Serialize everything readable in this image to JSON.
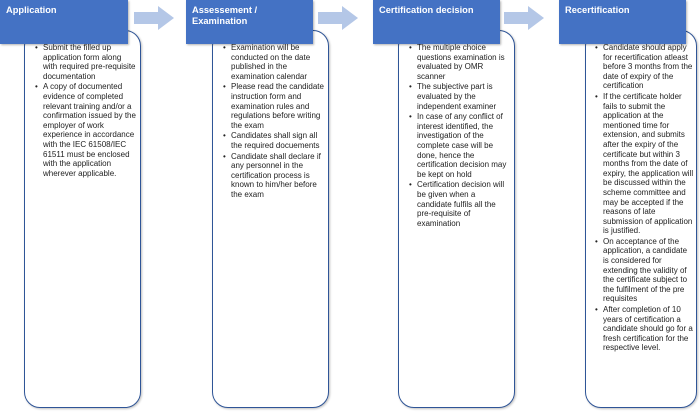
{
  "colors": {
    "header_fill": "#4472c4",
    "box_border": "#2f5597",
    "arrow_fill": "#b4c7e7"
  },
  "stages": [
    {
      "title": "Application",
      "bullets": [
        "Submit the filled up application form along with required pre-requisite documentation",
        "A copy of documented evidence of completed relevant training and/or a confirmation issued by the employer of work experience in accordance with the IEC 61508/IEC 61511 must be enclosed with the application wherever applicable."
      ]
    },
    {
      "title": "Assessement / Examination",
      "bullets": [
        "Examination will be conducted on the date published in the examination calendar",
        "Please read the candidate instruction form and examination rules and regulations before writing the exam",
        "Candidates shall sign all the required docuements",
        "Candidate shall declare if any  personnel in the certification process is known to him/her before the exam"
      ]
    },
    {
      "title": "Certification decision",
      "bullets": [
        "The multiple choice questions examination is evaluated by OMR scanner",
        "The subjective part is evaluated by the independent examiner",
        "In case of any conflict of interest identified, the investigation of the complete case will be done, hence the certification decision may be kept on hold",
        "Certification decision will be given when a candidate fulfils all the pre-requisite of examination"
      ]
    },
    {
      "title": "Recertification",
      "bullets": [
        "Candidate should apply for recertification atleast before 3 months from the date of expiry of the certification",
        "If the certificate holder fails to submit the application at the mentioned time for extension, and submits after the expiry of the certificate but within 3 months from the date of expiry, the application will be discussed within the scheme committee and may be accepted if the reasons of late submission of application is justified.",
        "On acceptance of the application, a candidate is considered for extending the validity of the certificate subject to the fulfilment of the pre requisites",
        "After completion of 10 years of certification a candidate should go for a fresh certification for the respective level."
      ]
    }
  ]
}
